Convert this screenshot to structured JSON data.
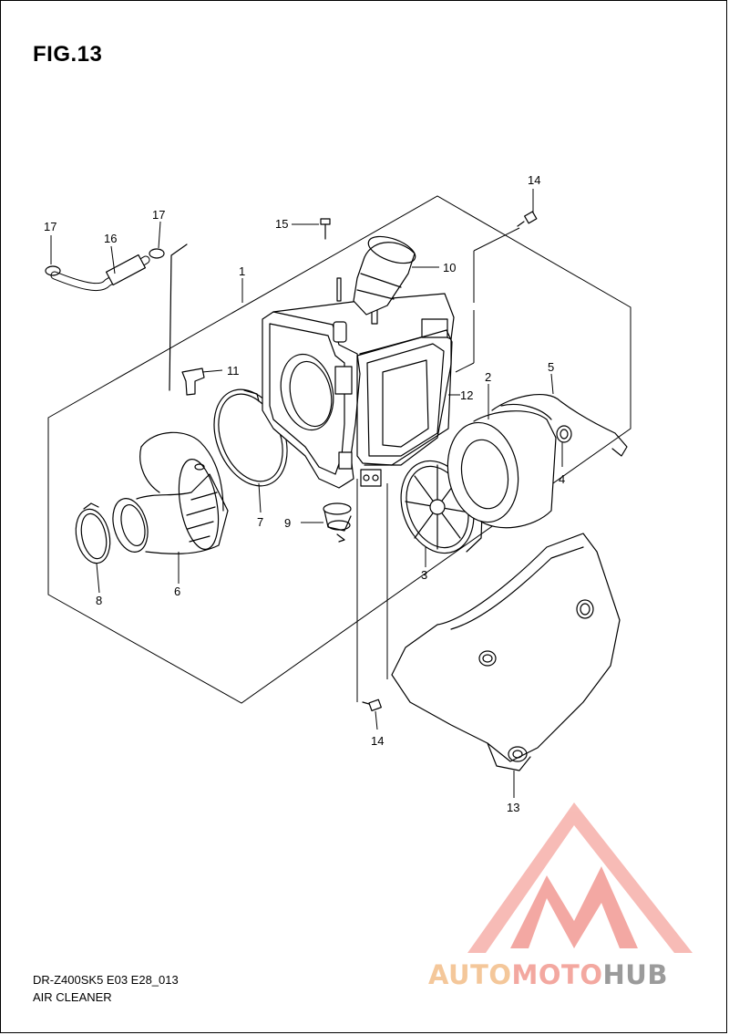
{
  "figure": {
    "title": "FIG.13",
    "model_code": "DR-Z400SK5 E03 E28_013",
    "caption": "AIR CLEANER"
  },
  "callouts": {
    "c1": "1",
    "c2": "2",
    "c3": "3",
    "c4": "4",
    "c5": "5",
    "c6": "6",
    "c7": "7",
    "c8": "8",
    "c9": "9",
    "c10": "10",
    "c11": "11",
    "c12": "12",
    "c13": "13",
    "c14a": "14",
    "c14b": "14",
    "c15": "15",
    "c16": "16",
    "c17a": "17",
    "c17b": "17"
  },
  "watermark": {
    "part1": "AUTO",
    "part2": "MOTO",
    "part3": "HUB",
    "colors": {
      "auto": "#f4c79a",
      "moto": "#f3a8a0",
      "hub": "#9b9b9b",
      "logo": "#f29a93"
    }
  }
}
